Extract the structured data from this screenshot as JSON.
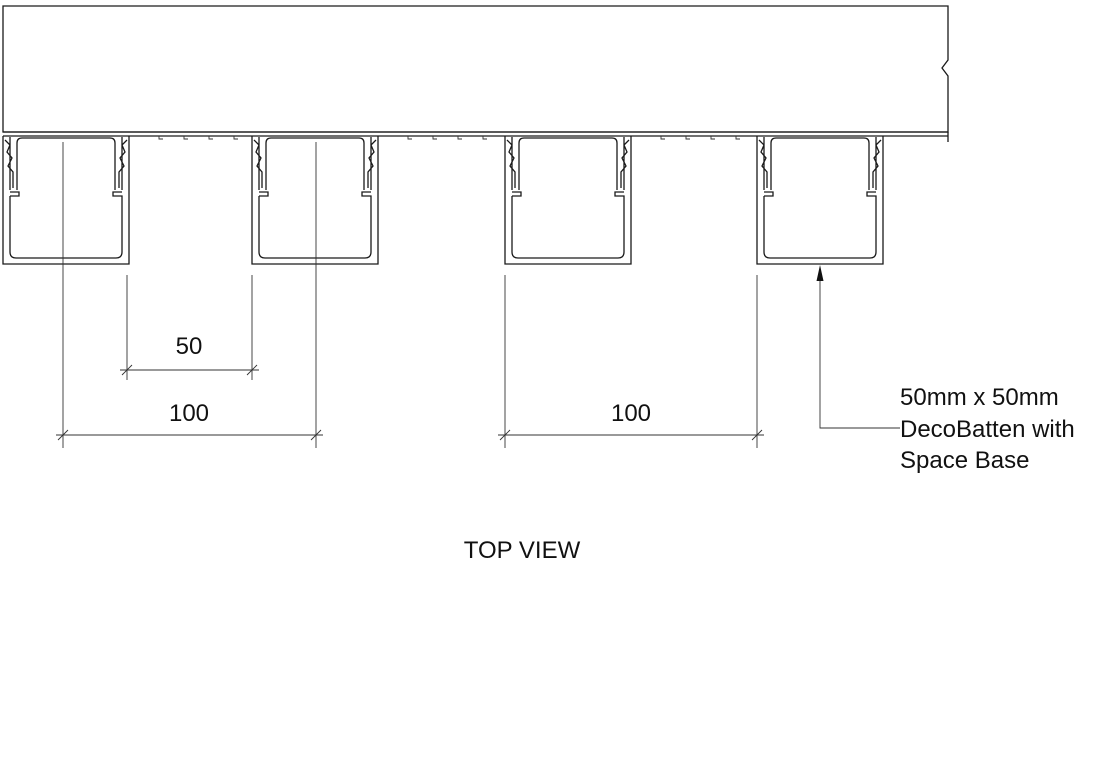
{
  "drawing": {
    "title": "TOP VIEW",
    "battens_count": 4,
    "dimensions": [
      {
        "id": "gap",
        "label": "50"
      },
      {
        "id": "pitch-left",
        "label": "100"
      },
      {
        "id": "pitch-right",
        "label": "100"
      }
    ],
    "callout": {
      "lines": [
        "50mm x 50mm",
        "DecoBatten with",
        "Space Base"
      ]
    },
    "line_color": "#1a1a1a"
  }
}
